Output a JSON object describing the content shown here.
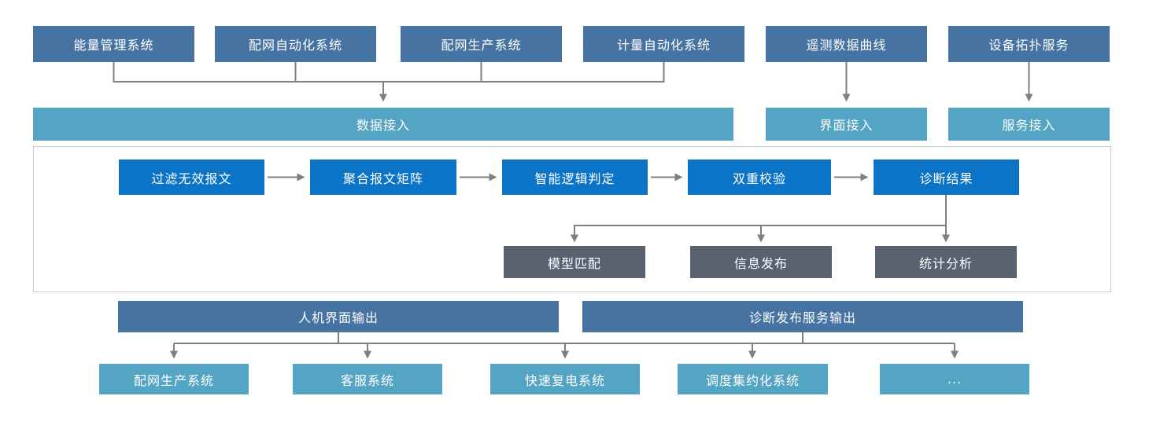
{
  "sources": [
    {
      "label": "能量管理系统"
    },
    {
      "label": "配网自动化系统"
    },
    {
      "label": "配网生产系统"
    },
    {
      "label": "计量自动化系统"
    },
    {
      "label": "遥测数据曲线"
    },
    {
      "label": "设备拓扑服务"
    }
  ],
  "access": {
    "data": "数据接入",
    "ui": "界面接入",
    "service": "服务接入"
  },
  "pipeline": [
    {
      "label": "过滤无效报文"
    },
    {
      "label": "聚合报文矩阵"
    },
    {
      "label": "智能逻辑判定"
    },
    {
      "label": "双重校验"
    },
    {
      "label": "诊断结果"
    }
  ],
  "analysis": [
    {
      "label": "模型匹配"
    },
    {
      "label": "信息发布"
    },
    {
      "label": "统计分析"
    }
  ],
  "outputs": {
    "hmi": "人机界面输出",
    "publish": "诊断发布服务输出"
  },
  "consumers": [
    {
      "label": "配网生产系统"
    },
    {
      "label": "客服系统"
    },
    {
      "label": "快速复电系统"
    },
    {
      "label": "调度集约化系统"
    },
    {
      "label": "..."
    }
  ],
  "colors": {
    "source_blue": "#4673a2",
    "access_teal": "#54a4c3",
    "pipeline_blue": "#0b74c7",
    "analysis_gray": "#5a6270",
    "connector_gray": "#7f7f7f",
    "frame_border": "#c9cbcc"
  }
}
